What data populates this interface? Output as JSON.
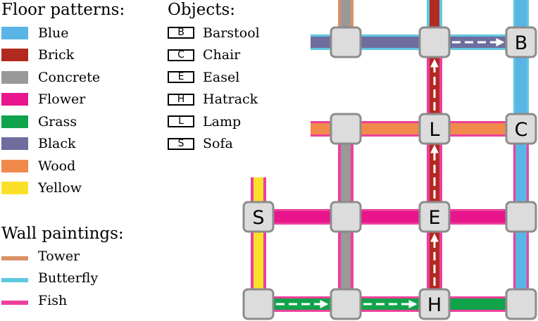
{
  "legend": {
    "floor_title": "Floor patterns:",
    "floors": [
      {
        "label": "Blue",
        "color": "#5ab4e5"
      },
      {
        "label": "Brick",
        "color": "#b2291f"
      },
      {
        "label": "Concrete",
        "color": "#999999"
      },
      {
        "label": "Flower",
        "color": "#e8158c"
      },
      {
        "label": "Grass",
        "color": "#0fa34b"
      },
      {
        "label": "Black",
        "color": "#6e6d9e"
      },
      {
        "label": "Wood",
        "color": "#f0894a"
      },
      {
        "label": "Yellow",
        "color": "#fbe02a"
      }
    ],
    "objects_title": "Objects:",
    "objects": [
      {
        "letter": "B",
        "label": "Barstool"
      },
      {
        "letter": "C",
        "label": "Chair"
      },
      {
        "letter": "E",
        "label": "Easel"
      },
      {
        "letter": "H",
        "label": "Hatrack"
      },
      {
        "letter": "L",
        "label": "Lamp"
      },
      {
        "letter": "S",
        "label": "Sofa"
      }
    ],
    "wall_title": "Wall paintings:",
    "walls": [
      {
        "label": "Tower",
        "color": "#d99166"
      },
      {
        "label": "Butterfly",
        "color": "#5ec8e0"
      },
      {
        "label": "Fish",
        "color": "#ed3f9c"
      }
    ]
  },
  "map": {
    "node_fill": "#dcdcdc",
    "node_stroke": "#8c8c8c",
    "node_labels": {
      "r0c1": "",
      "r0c2": "",
      "r0c3": "B",
      "r1c1": "",
      "r1c2": "L",
      "r1c3": "C",
      "r2c0": "S",
      "r2c1": "",
      "r2c2": "E",
      "r2c3": "",
      "r3c0": "",
      "r3c1": "",
      "r3c2": "H",
      "r3c3": ""
    }
  }
}
